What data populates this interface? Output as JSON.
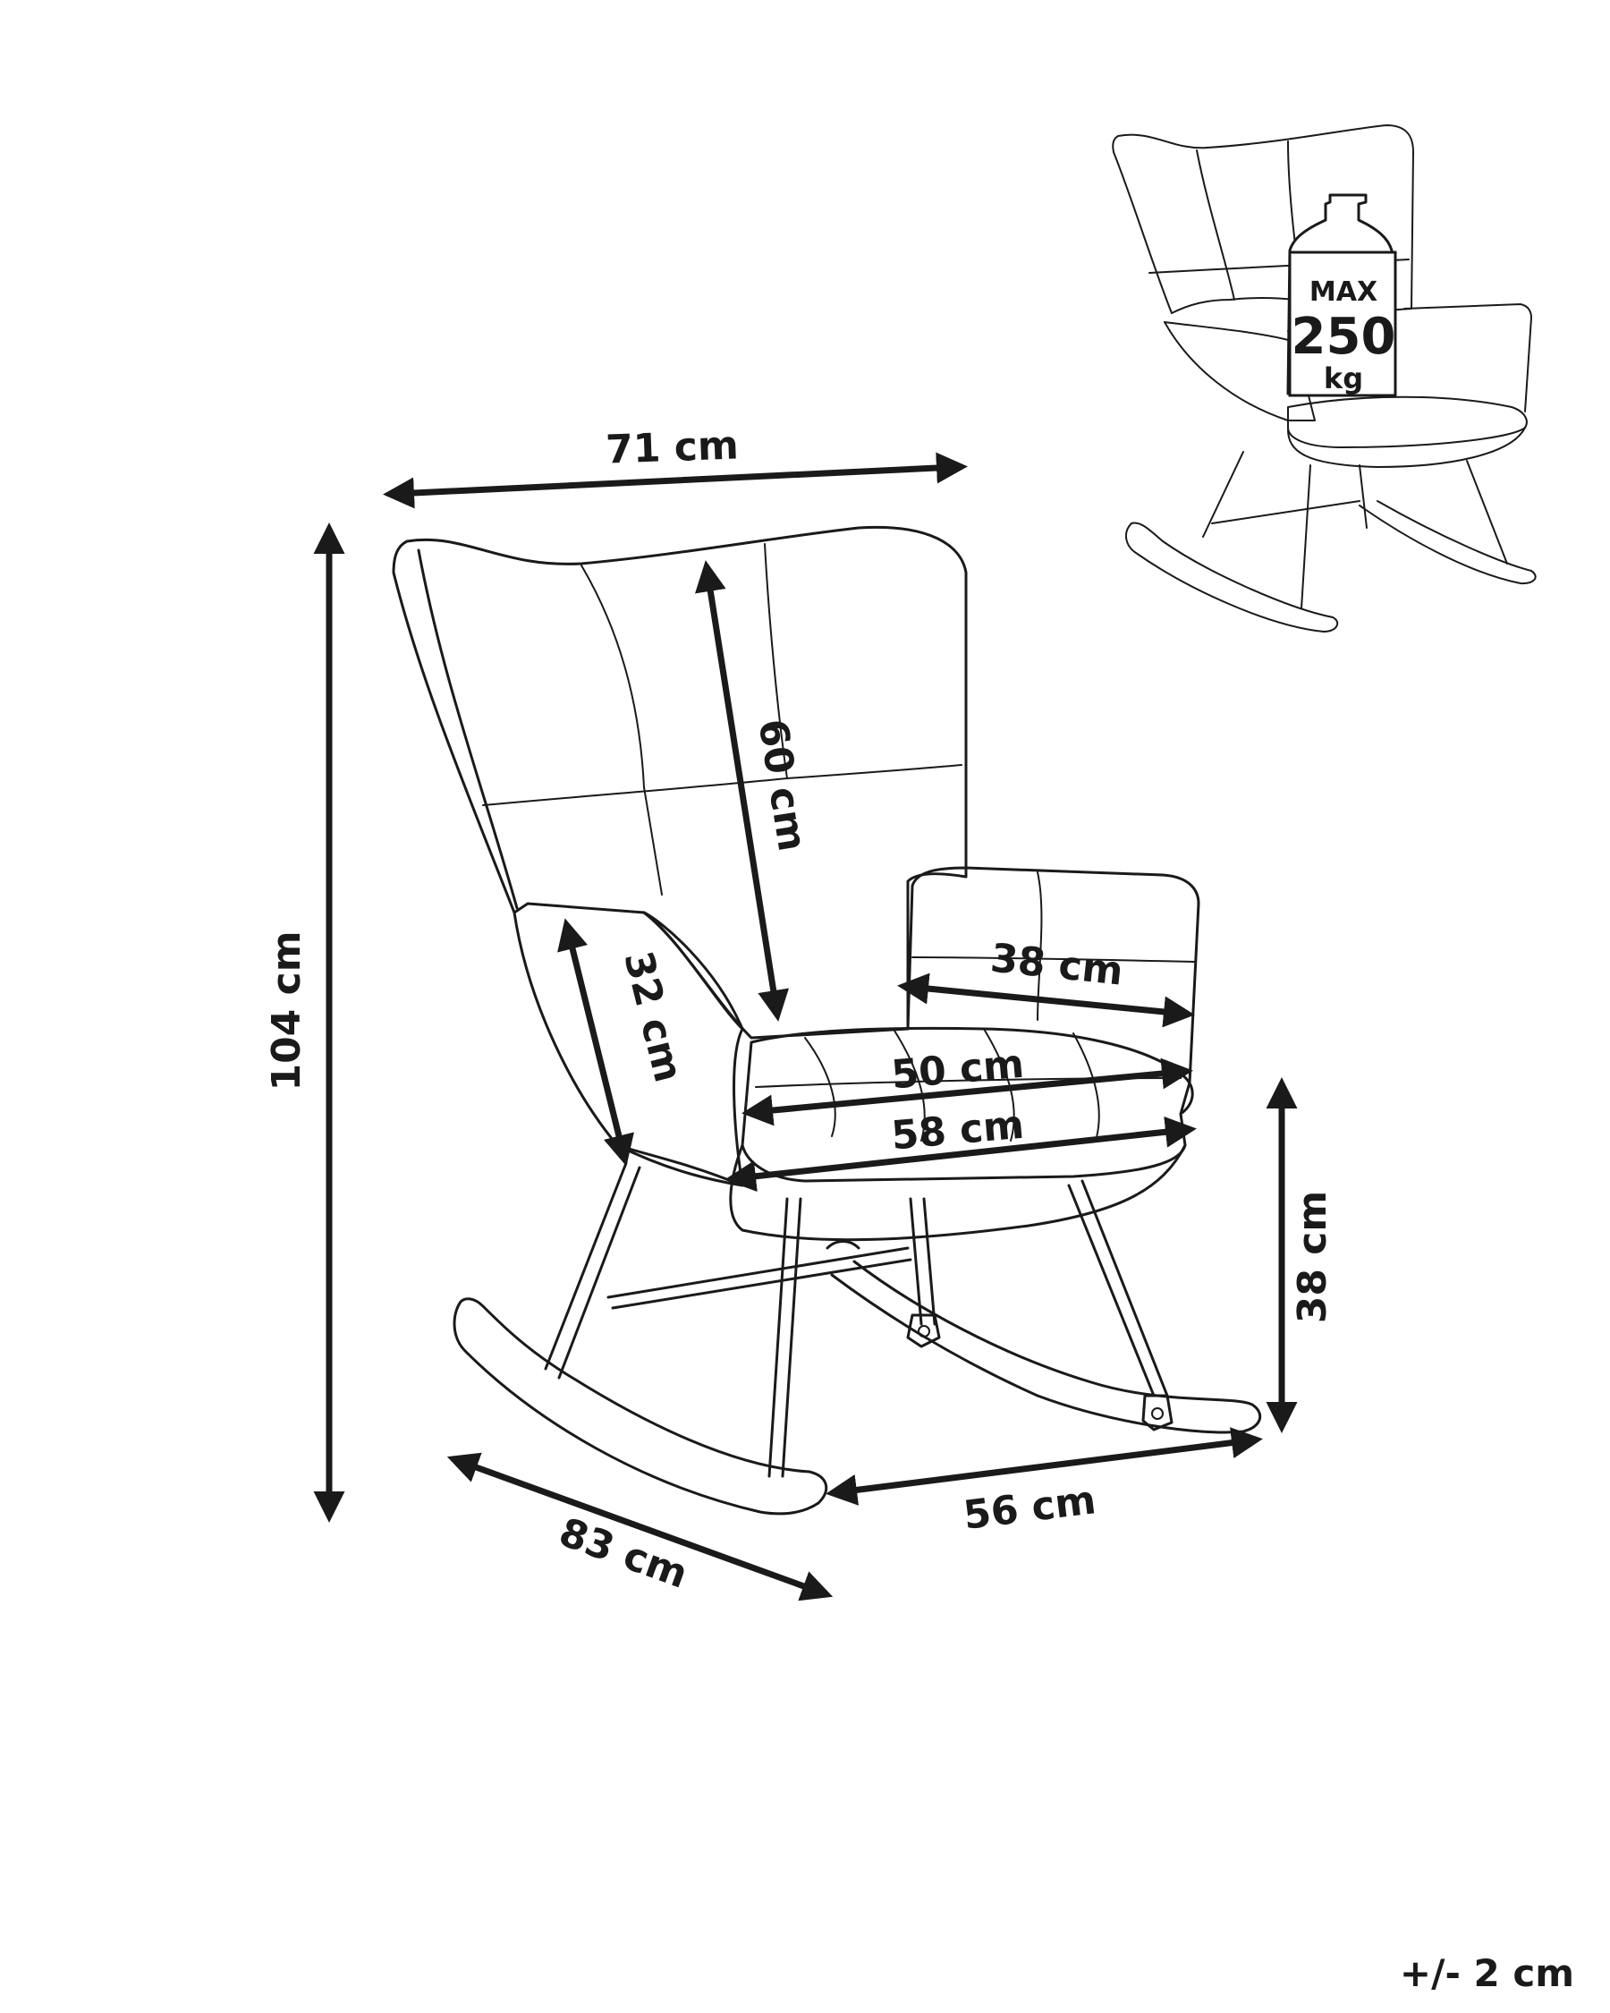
{
  "dimensions": {
    "overall_width": "71 cm",
    "overall_height": "104 cm",
    "backrest_height": "60 cm",
    "armrest_height": "32 cm",
    "armrest_depth": "38 cm",
    "seat_width": "50 cm",
    "seat_depth": "58 cm",
    "seat_height": "38 cm",
    "base_depth": "56 cm",
    "overall_depth": "83 cm"
  },
  "weight_badge": {
    "label_top": "MAX",
    "value": "250",
    "unit": "kg"
  },
  "tolerance": "+/- 2 cm"
}
